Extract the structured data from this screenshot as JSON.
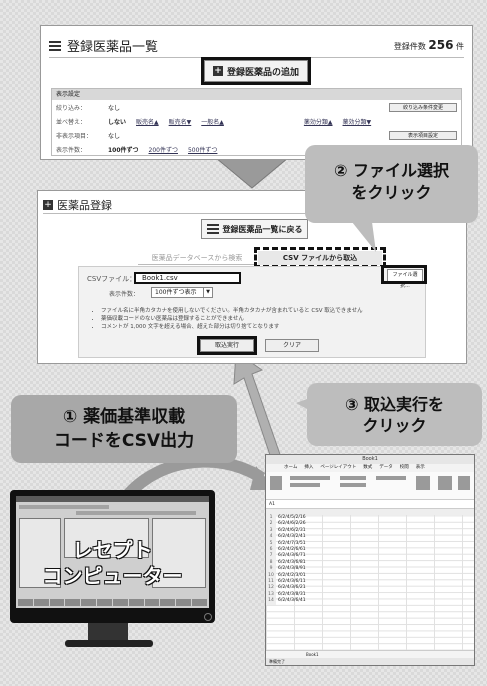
{
  "list_screen": {
    "title": "登録医薬品一覧",
    "count_label": "登録件数",
    "count_value": "256",
    "count_unit": "件",
    "add_button": "登録医薬品の追加",
    "settings": {
      "header": "表示設定",
      "filter_label": "絞り込み：",
      "filter_value": "なし",
      "filter_button": "絞り込み条件変更",
      "sort_label": "並べ替え：",
      "sort_none": "しない",
      "sort_links": [
        "販売名▲",
        "販売名▼",
        "一般名▲",
        "薬効分類▲",
        "薬効分類▼"
      ],
      "hidden_label": "非表示項目：",
      "hidden_value": "なし",
      "hidden_button": "表示項目設定",
      "per_page_label": "表示件数：",
      "per_page_current": "100件ずつ",
      "per_page_links": [
        "200件ずつ",
        "500件ずつ"
      ]
    }
  },
  "register_screen": {
    "title": "医薬品登録",
    "back_button": "登録医薬品一覧に戻る",
    "tab_db": "医薬品データベースから検索",
    "tab_csv": "CSV ファイルから取込",
    "csv_label": "CSVファイル：",
    "csv_value": "Book1.csv",
    "file_button": "ファイル選択...",
    "count_label": "表示件数：",
    "count_select": "100件ずつ表示",
    "notes": [
      "ファイル名に半角カタカナを使用しないでください。半角カタカナが含まれていると CSV 取込できません",
      "薬価収載コードのない医薬品は登録することができません",
      "コメントが 1,000 文字を超える場合、超えた部分は切り捨てとなります"
    ],
    "import_button": "取込実行",
    "clear_button": "クリア"
  },
  "callouts": {
    "step1_line1": "① 薬価基準収載",
    "step1_line2": "コードをCSV出力",
    "step2_line1": "② ファイル選択",
    "step2_line2": "をクリック",
    "step3_line1": "③ 取込実行を",
    "step3_line2": "クリック"
  },
  "computer": {
    "line1": "レセプト",
    "line2": "コンピューター"
  },
  "excel": {
    "file_tab": "ファイル",
    "tabs": [
      "ホーム",
      "挿入",
      "ページレイアウト",
      "数式",
      "データ",
      "校閲",
      "表示"
    ],
    "sheet_tab": "Book1",
    "status": "準備完了",
    "rows": [
      "6/2/4/5/2/16",
      "6/2/4/6/2/26",
      "6/2/4/6/2/31",
      "6/2/4/3/2/41",
      "6/2/4/7/3/51",
      "6/2/4/2/6/61",
      "6/2/4/3/6/71",
      "6/2/4/3/6/81",
      "6/2/4/3/8/91",
      "6/2/4/2/3/01",
      "6/2/4/3/6/11",
      "6/2/4/3/6/21",
      "6/2/4/3/8/31",
      "6/2/4/3/6/41"
    ]
  },
  "colors": {
    "callout_bg": "#bdbdbd",
    "arrow": "#9a9a9a",
    "frame": "#111111"
  }
}
